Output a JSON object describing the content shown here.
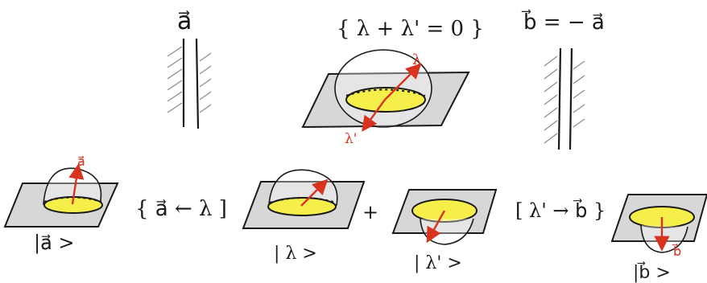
{
  "labels": {
    "vec_a": "a⃗",
    "constraint": "{ λ + λ' = 0 }",
    "vec_b_eq": "b⃗ = − a⃗",
    "lambda": "λ",
    "lambda_prime": "λ'",
    "arrow_a": "a⃗",
    "brace_a_lambda": "{ a⃗ ← λ ]",
    "ket_a": "|a⃗ >",
    "ket_lambda": "| λ >",
    "plus": "+",
    "ket_lambda_prime": "| λ' >",
    "bracket_lambda_b": "[ λ' → b⃗ }",
    "ket_b": "|b⃗ >",
    "arrow_b": "b⃗"
  },
  "colors": {
    "ink": "#1a1a1a",
    "arrow": "#d8331f",
    "disk": "#f6ef4a",
    "plane": "#b7b7b7"
  }
}
